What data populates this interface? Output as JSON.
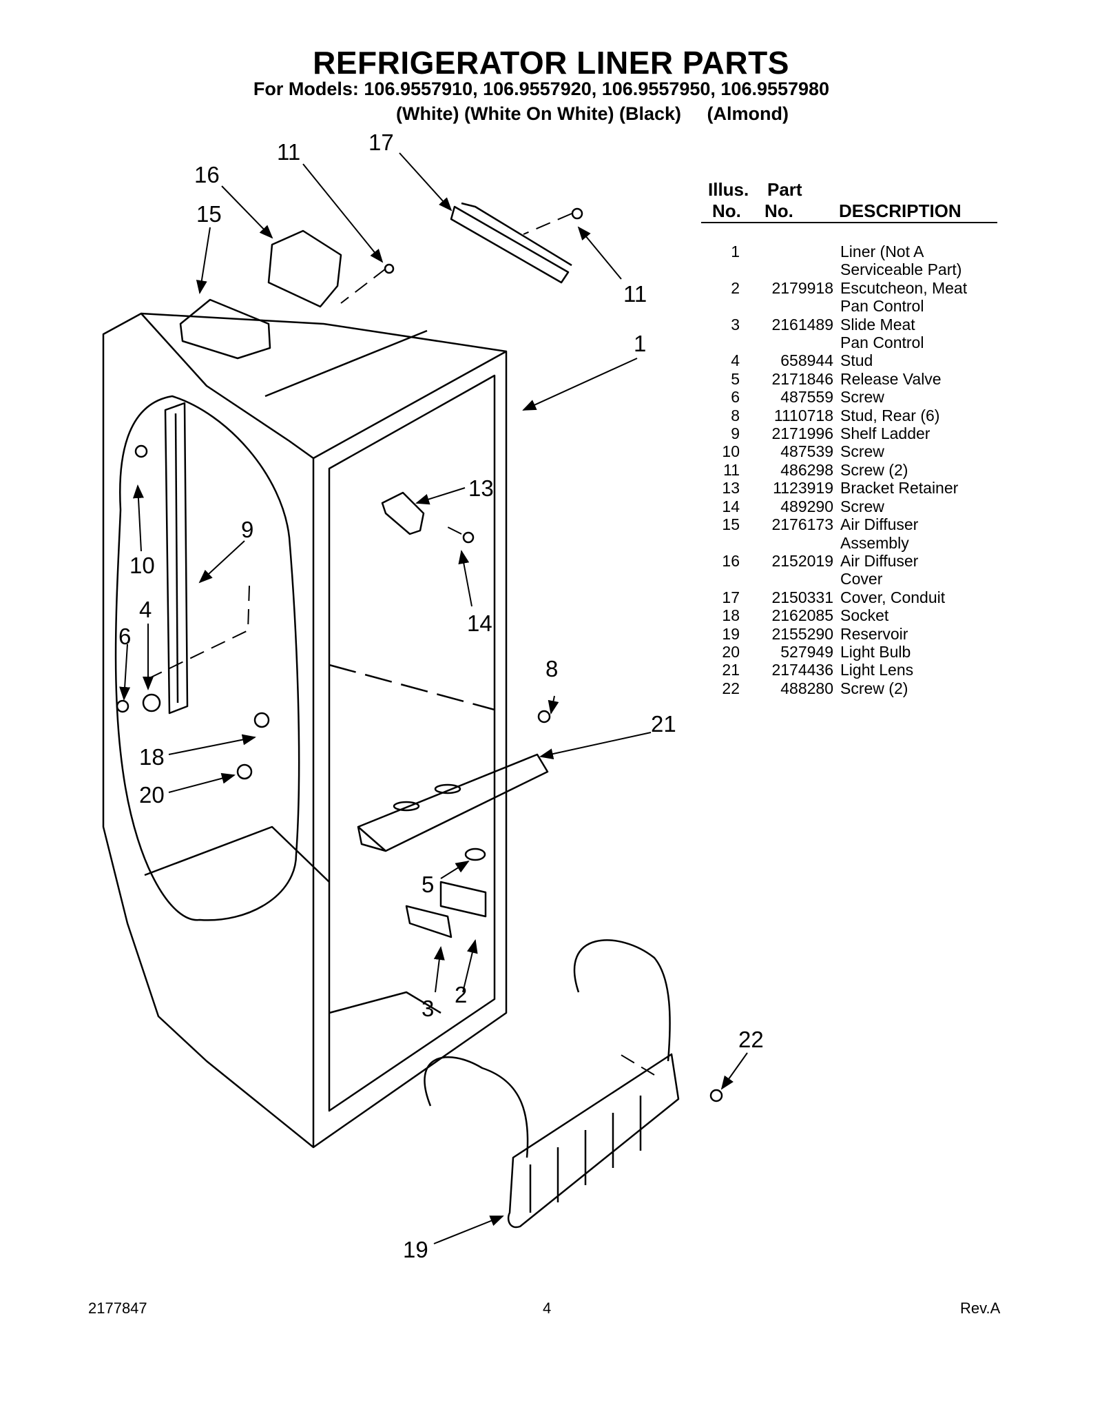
{
  "header": {
    "title": "REFRIGERATOR LINER PARTS",
    "models_line": "For Models: 106.9557910, 106.9557920, 106.9557950, 106.9557980",
    "colors_line": "(White) (White On White) (Black)     (Almond)"
  },
  "diagram": {
    "callouts": [
      "16",
      "15",
      "11",
      "17",
      "11",
      "1",
      "13",
      "9",
      "10",
      "4",
      "6",
      "14",
      "8",
      "21",
      "18",
      "20",
      "5",
      "3",
      "2",
      "22",
      "19"
    ]
  },
  "table": {
    "headers": {
      "illus_top": "Illus.",
      "illus_bottom": "No.",
      "part_top": "Part",
      "part_bottom": "No.",
      "description": "DESCRIPTION"
    },
    "rows": [
      {
        "illus": "1",
        "part": "",
        "desc": [
          "Liner (Not A",
          "Serviceable Part)"
        ]
      },
      {
        "illus": "2",
        "part": "2179918",
        "desc": [
          "Escutcheon, Meat",
          "Pan Control"
        ]
      },
      {
        "illus": "3",
        "part": "2161489",
        "desc": [
          "Slide Meat",
          "Pan Control"
        ]
      },
      {
        "illus": "4",
        "part": "658944",
        "desc": [
          "Stud"
        ]
      },
      {
        "illus": "5",
        "part": "2171846",
        "desc": [
          "Release Valve"
        ]
      },
      {
        "illus": "6",
        "part": "487559",
        "desc": [
          "Screw"
        ]
      },
      {
        "illus": "8",
        "part": "1110718",
        "desc": [
          "Stud, Rear (6)"
        ]
      },
      {
        "illus": "9",
        "part": "2171996",
        "desc": [
          "Shelf Ladder"
        ]
      },
      {
        "illus": "10",
        "part": "487539",
        "desc": [
          "Screw"
        ]
      },
      {
        "illus": "11",
        "part": "486298",
        "desc": [
          "Screw (2)"
        ]
      },
      {
        "illus": "13",
        "part": "1123919",
        "desc": [
          "Bracket Retainer"
        ]
      },
      {
        "illus": "14",
        "part": "489290",
        "desc": [
          "Screw"
        ]
      },
      {
        "illus": "15",
        "part": "2176173",
        "desc": [
          "Air Diffuser",
          "Assembly"
        ]
      },
      {
        "illus": "16",
        "part": "2152019",
        "desc": [
          "Air Diffuser",
          "Cover"
        ]
      },
      {
        "illus": "17",
        "part": "2150331",
        "desc": [
          "Cover, Conduit"
        ]
      },
      {
        "illus": "18",
        "part": "2162085",
        "desc": [
          "Socket"
        ]
      },
      {
        "illus": "19",
        "part": "2155290",
        "desc": [
          "Reservoir"
        ]
      },
      {
        "illus": "20",
        "part": "527949",
        "desc": [
          "Light Bulb"
        ]
      },
      {
        "illus": "21",
        "part": "2174436",
        "desc": [
          "Light Lens"
        ]
      },
      {
        "illus": "22",
        "part": "488280",
        "desc": [
          "Screw (2)"
        ]
      }
    ]
  },
  "footer": {
    "doc_number": "2177847",
    "page_number": "4",
    "revision": "Rev.A"
  }
}
